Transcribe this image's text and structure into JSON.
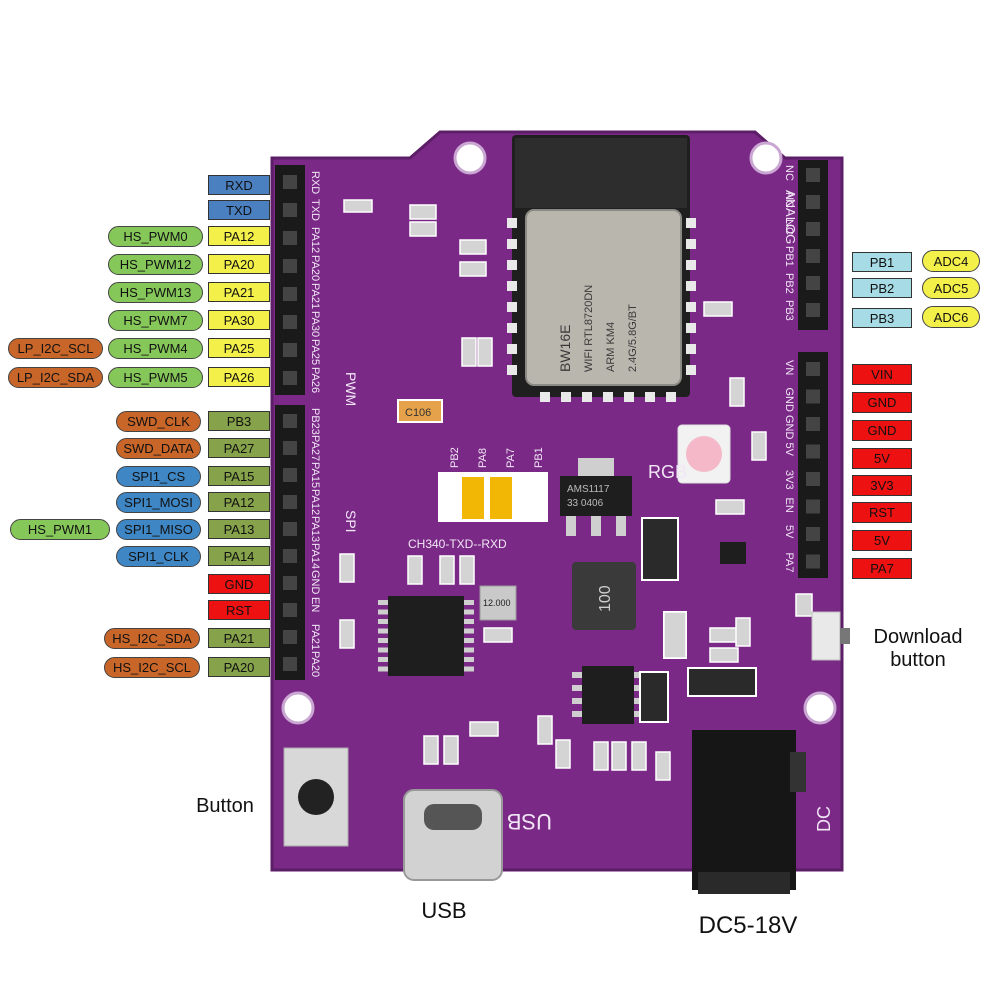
{
  "colors": {
    "pcb": "#7a2a86",
    "pcb_edge": "#5c1e66",
    "header": "#1a1a1a",
    "green_pill": "#86c75a",
    "orange_pill": "#c8662a",
    "blue_pill": "#3f86c4",
    "yellow_box": "#f4f04a",
    "olive_box": "#86a24a",
    "blue_box": "#4a7fc0",
    "red_box": "#ee1111",
    "lightblue_box": "#a7dce6"
  },
  "left_pins": {
    "rxd": "RXD",
    "txd": "TXD",
    "pa12_a": "PA12",
    "pa20_a": "PA20",
    "pa21_a": "PA21",
    "pa30": "PA30",
    "pa25": "PA25",
    "pa26": "PA26",
    "pb3": "PB3",
    "pa27": "PA27",
    "pa15": "PA15",
    "pa12_b": "PA12",
    "pa13": "PA13",
    "pa14": "PA14",
    "gnd": "GND",
    "rst": "RST",
    "pa21_b": "PA21",
    "pa20_b": "PA20"
  },
  "left_functions": {
    "hs_pwm0": "HS_PWM0",
    "hs_pwm12": "HS_PWM12",
    "hs_pwm13": "HS_PWM13",
    "hs_pwm7": "HS_PWM7",
    "hs_pwm4": "HS_PWM4",
    "hs_pwm5": "HS_PWM5",
    "lp_i2c_scl": "LP_I2C_SCL",
    "lp_i2c_sda": "LP_I2C_SDA",
    "swd_clk": "SWD_CLK",
    "swd_data": "SWD_DATA",
    "spi1_cs": "SPI1_CS",
    "spi1_mosi": "SPI1_MOSI",
    "spi1_miso": "SPI1_MISO",
    "spi1_clk": "SPI1_CLK",
    "hs_pwm1": "HS_PWM1",
    "hs_i2c_sda": "HS_I2C_SDA",
    "hs_i2c_scl": "HS_I2C_SCL"
  },
  "right_pins": {
    "pb1": "PB1",
    "pb2": "PB2",
    "pb3": "PB3",
    "adc4": "ADC4",
    "adc5": "ADC5",
    "adc6": "ADC6",
    "vin": "VIN",
    "gnd1": "GND",
    "gnd2": "GND",
    "v5_1": "5V",
    "v3v3": "3V3",
    "rst": "RST",
    "v5_2": "5V",
    "pa7": "PA7"
  },
  "annotations": {
    "download_button": "Download\nbutton",
    "button": "Button",
    "usb": "USB",
    "dc": "DC5-18V"
  },
  "silkscreen": {
    "header_left": [
      "RXD",
      "TXD",
      "PA12",
      "PA20",
      "PA21",
      "PA30",
      "PA25",
      "PA26"
    ],
    "header_left2": [
      "PB23",
      "PA27",
      "PA15",
      "PA12",
      "PA13",
      "PA14",
      "GND",
      "EN",
      "PA21",
      "PA20"
    ],
    "pwm": "PWM",
    "spi": "SPI",
    "analog": "ANALOG",
    "right_top": [
      "NC",
      "NC",
      "NC",
      "PB1",
      "PB2",
      "PB3"
    ],
    "right_power": [
      "VN",
      "GND",
      "GND",
      "5V",
      "3V3",
      "EN",
      "5V",
      "PA7"
    ],
    "jumper": [
      "PB2",
      "PA8",
      "PA7",
      "PB1"
    ],
    "ch340": "CH340-TXD--RXD",
    "rgb": "RGB",
    "usb": "USB",
    "dc": "DC",
    "module": [
      "BW16E",
      "WIFI  RTL8720DN",
      "ARM  KM4",
      "2.4G/5.8G/BT"
    ],
    "ams": [
      "AMS1117",
      "33    0406"
    ],
    "inductor": "100",
    "crystal": "12.000",
    "tantalum": "C106"
  }
}
